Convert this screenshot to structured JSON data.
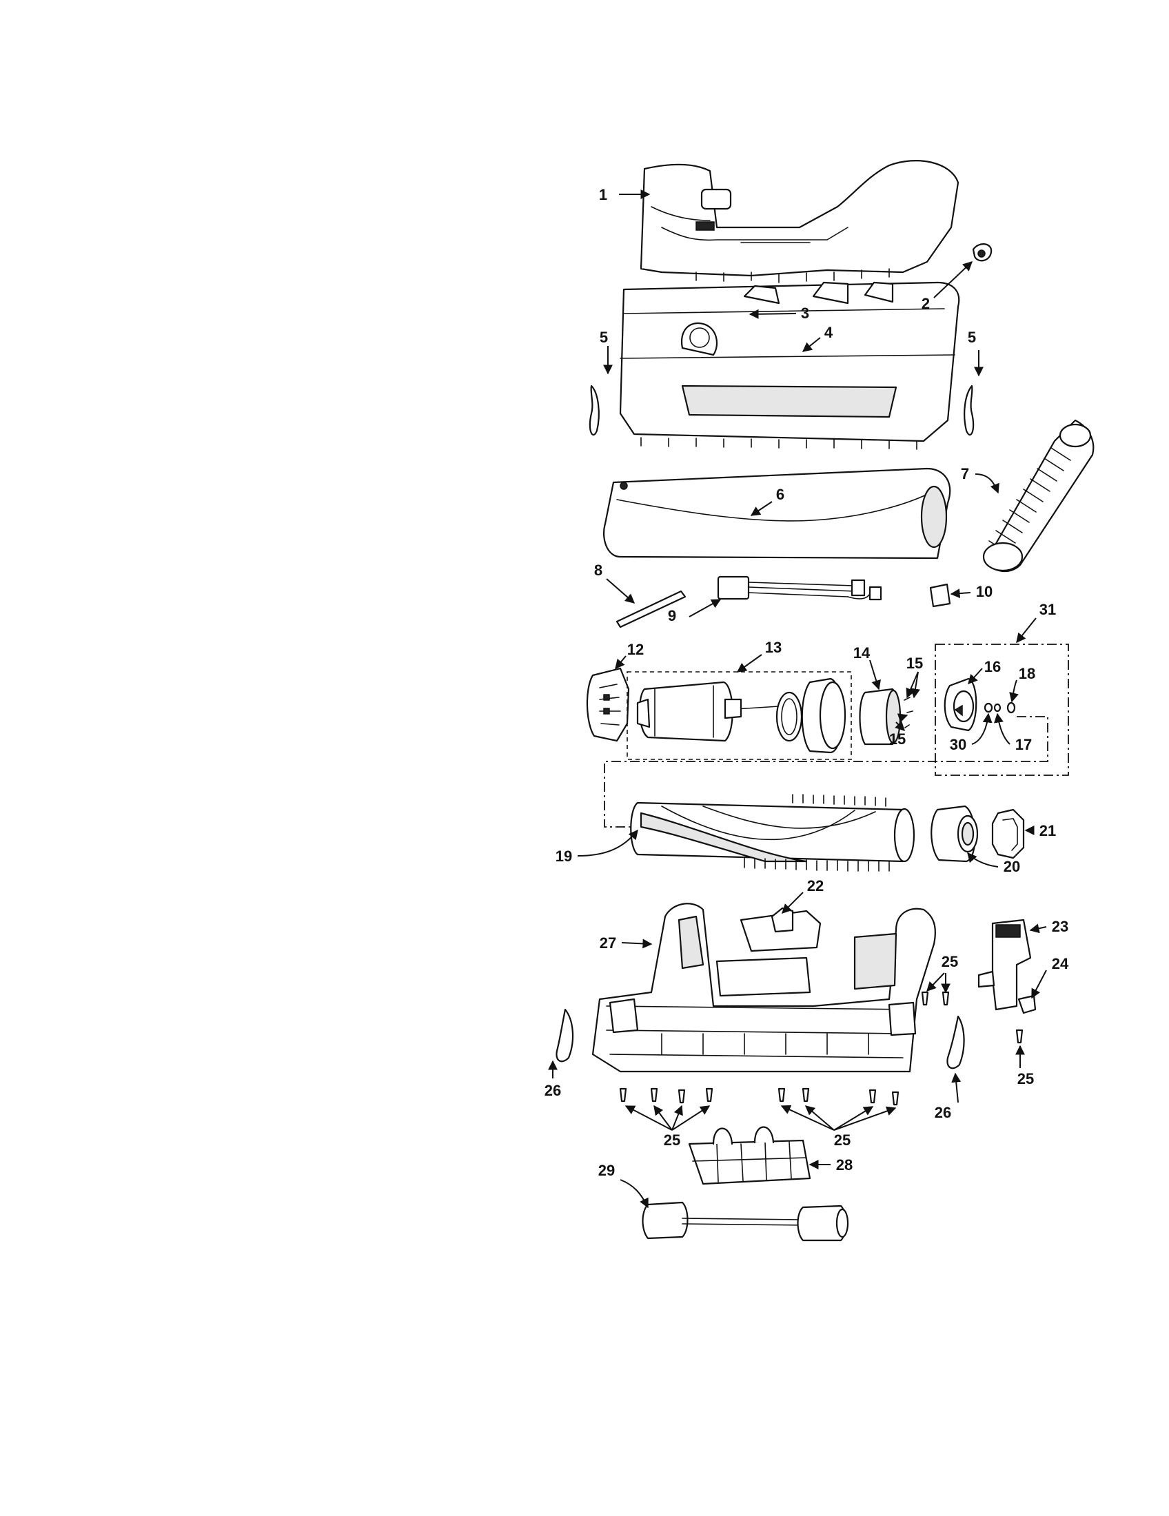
{
  "diagram": {
    "callouts": [
      "1",
      "2",
      "3",
      "4",
      "5",
      "5",
      "6",
      "7",
      "8",
      "9",
      "10",
      "31",
      "12",
      "13",
      "14",
      "15",
      "15",
      "16",
      "18",
      "30",
      "17",
      "19",
      "20",
      "21",
      "22",
      "23",
      "27",
      "24",
      "25",
      "25",
      "25",
      "25",
      "26",
      "26",
      "28",
      "29"
    ]
  }
}
